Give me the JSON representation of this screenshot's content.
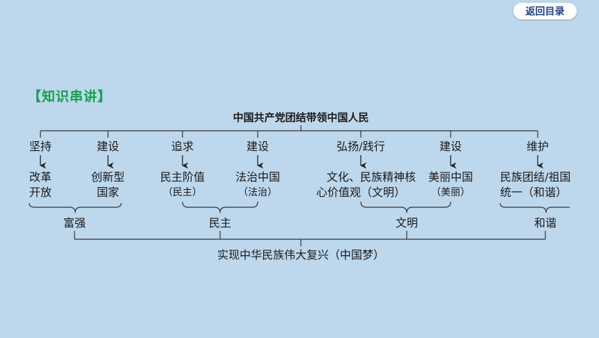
{
  "nav": {
    "back_label": "返回目录"
  },
  "section": {
    "title": "【知识串讲】"
  },
  "diagram": {
    "root": "中国共产党团结带领中国人民",
    "actions": [
      "坚持",
      "建设",
      "追求",
      "建设",
      "弘扬/践行",
      "建设",
      "维护"
    ],
    "items": [
      {
        "line1": "改革",
        "line2": "开放"
      },
      {
        "line1": "创新型",
        "line2": "国家"
      },
      {
        "line1": "民主阶值",
        "line2": "（民主）"
      },
      {
        "line1": "法治中国",
        "line2": "（法治）"
      },
      {
        "line1": "文化、民族精神核",
        "line2": "心价值观（文明）"
      },
      {
        "line1": "美丽中国",
        "line2": "（美丽）"
      },
      {
        "line1": "民族团结/祖国",
        "line2": "统一（和谐）"
      }
    ],
    "groups": [
      "富强",
      "民主",
      "文明",
      "和谐"
    ],
    "goal": "实现中华民族伟大复兴（中国梦）"
  }
}
